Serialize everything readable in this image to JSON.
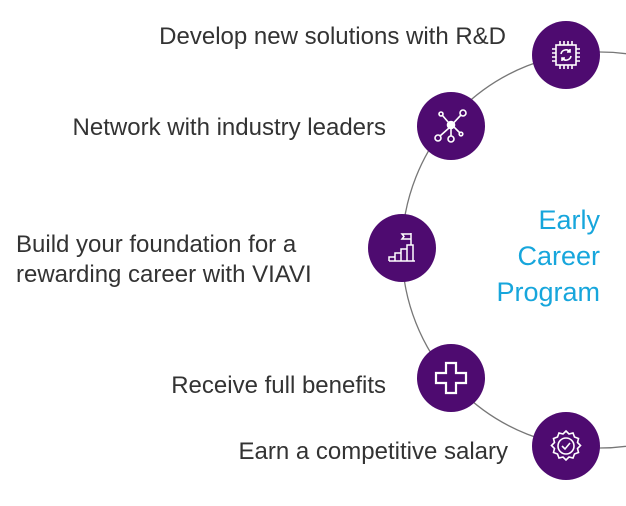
{
  "title": {
    "lines": [
      "Early",
      "Career",
      "Program"
    ]
  },
  "items": [
    {
      "label": "Develop new solutions with R&D",
      "icon": "chip-refresh-icon"
    },
    {
      "label": "Network with industry leaders",
      "icon": "network-icon"
    },
    {
      "label_lines": [
        "Build your foundation for a",
        "rewarding career with VIAVI"
      ],
      "icon": "stairs-flag-icon"
    },
    {
      "label": "Receive full benefits",
      "icon": "health-cross-icon"
    },
    {
      "label": "Earn a competitive salary",
      "icon": "badge-check-icon"
    }
  ],
  "colors": {
    "node": "#4e0b70",
    "accent": "#17a6dc",
    "text": "#333333"
  }
}
